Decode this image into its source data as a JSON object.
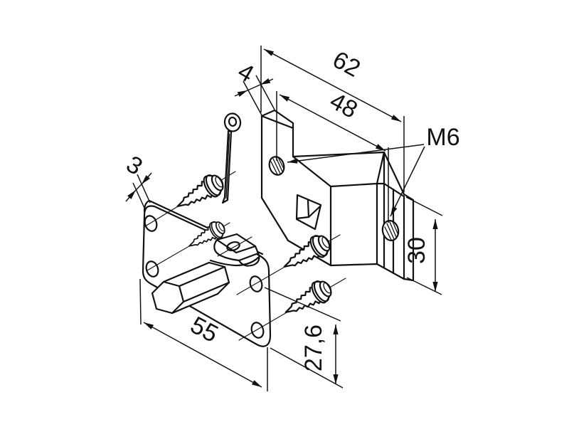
{
  "drawing": {
    "background": "#ffffff",
    "line_color": "#111111",
    "type": "exploded-view technical drawing of wall bracket assembly"
  },
  "labels": {
    "d62": "62",
    "d48": "48",
    "d4": "4",
    "m6": "M6",
    "d30": "30",
    "d3": "3",
    "d55": "55",
    "d27_6": "27,6"
  }
}
